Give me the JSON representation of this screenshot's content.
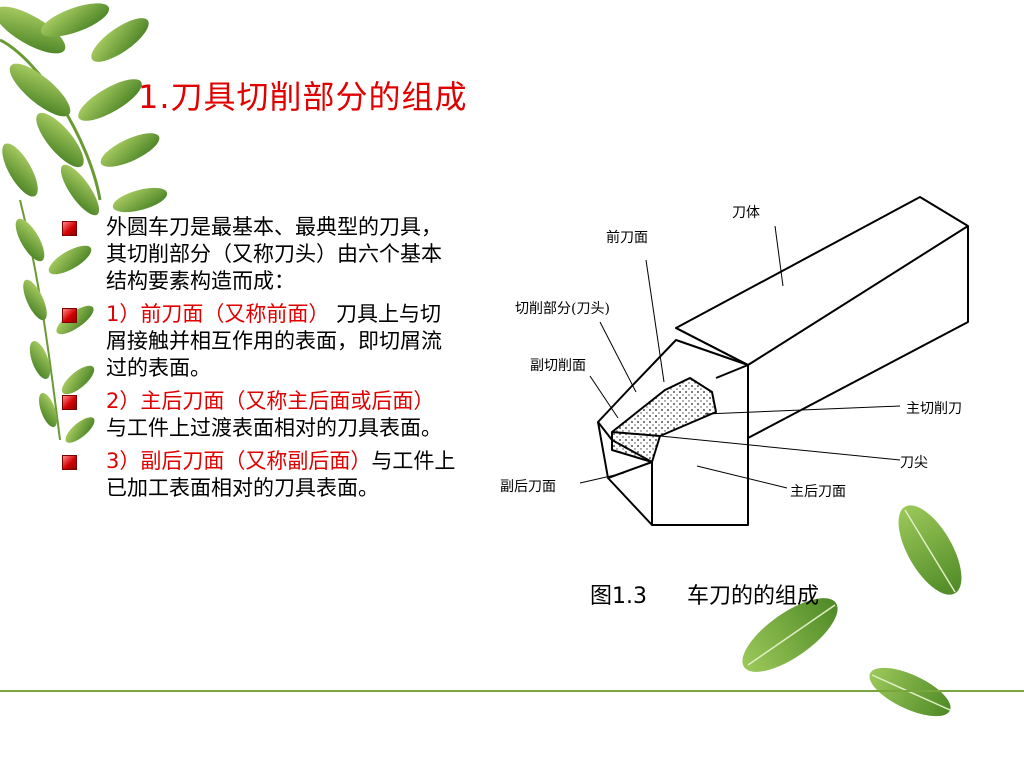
{
  "title": "1.刀具切削部分的组成",
  "bullets": [
    {
      "plain": "外圆车刀是最基本、最典型的刀具，其切削部分（又称刀头）由六个基本结构要素构造而成："
    },
    {
      "red": "1）前刀面（又称前面）",
      "rest": " 刀具上与切屑接触并相互作用的表面，即切屑流过的表面。"
    },
    {
      "red": "2）主后刀面（又称主后面或后面）",
      "rest": " 与工件上过渡表面相对的刀具表面。"
    },
    {
      "red": "3）副后刀面（又称副后面）",
      "rest": "与工件上已加工表面相对的刀具表面。"
    }
  ],
  "diagram": {
    "labels": {
      "body": "刀体",
      "rake_face": "前刀面",
      "cutting_part": "切削部分(刀头)",
      "minor_cutting_edge": "副切削面",
      "major_cutting_edge": "主切削刀",
      "tip": "刀尖",
      "minor_flank": "副后刀面",
      "major_flank": "主后刀面"
    }
  },
  "caption": {
    "fig": "图1.3",
    "text": "车刀的的组成"
  },
  "colors": {
    "accent": "#e00000",
    "leaf_green": "#5e8e2a",
    "line_green": "#7aa63e"
  }
}
